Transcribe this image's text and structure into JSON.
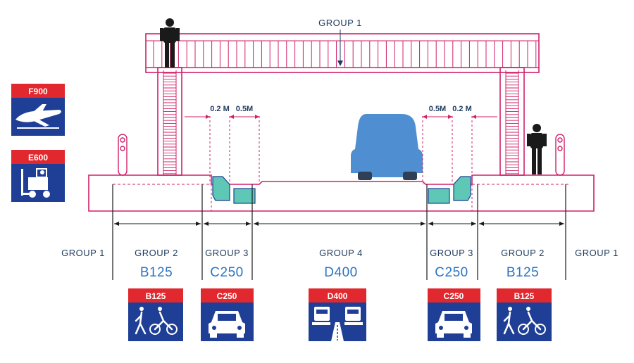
{
  "diagram": {
    "top_group": "GROUP 1",
    "dimensions": {
      "left_a": "0.2 M",
      "left_b": "0.5M",
      "right_a": "0.5M",
      "right_b": "0.2 M"
    },
    "zones": [
      {
        "group": "GROUP 1",
        "class": ""
      },
      {
        "group": "GROUP 2",
        "class": "B125"
      },
      {
        "group": "GROUP 3",
        "class": "C250"
      },
      {
        "group": "GROUP 4",
        "class": "D400"
      },
      {
        "group": "GROUP 3",
        "class": "C250"
      },
      {
        "group": "GROUP 2",
        "class": "B125"
      },
      {
        "group": "GROUP 1",
        "class": ""
      }
    ],
    "side_signs": [
      {
        "code": "F900",
        "icon": "airplane-icon"
      },
      {
        "code": "E600",
        "icon": "forklift-icon"
      }
    ],
    "bottom_signs": [
      {
        "code": "B125",
        "icon": "pedestrian-cyclist-icon"
      },
      {
        "code": "C250",
        "icon": "car-icon"
      },
      {
        "code": "D400",
        "icon": "truck-highway-icon"
      },
      {
        "code": "C250",
        "icon": "car-icon"
      },
      {
        "code": "B125",
        "icon": "pedestrian-cyclist-icon"
      }
    ],
    "colors": {
      "structure": "#d0206a",
      "sign_red": "#e1282e",
      "sign_blue": "#1e3f95",
      "vehicle": "#4f8fd1",
      "class_text": "#2b73c2",
      "group_text": "#1f3a5f",
      "channel": "#5fc7b6"
    }
  }
}
